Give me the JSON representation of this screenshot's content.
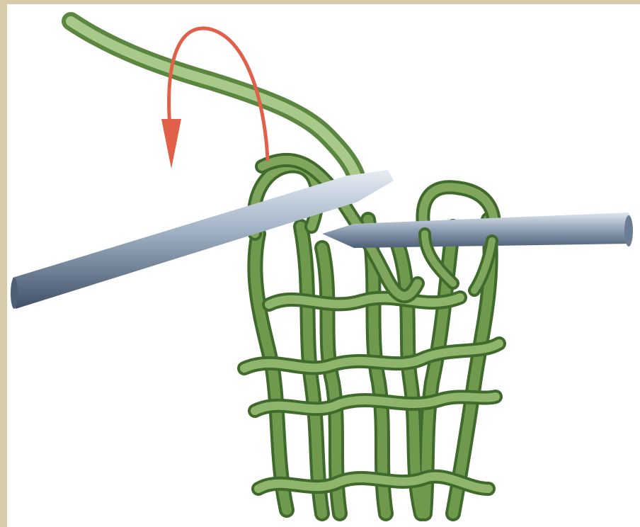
{
  "figure": {
    "kind": "knitting-illustration",
    "colors": {
      "frame": "#d8cba9",
      "background": "#ffffff",
      "yarn": "#6f9a4e",
      "yarn_dark": "#3f6a2c",
      "yarn_light": "#a9c98a",
      "needle": "#8e9fb4",
      "needle_dark": "#4d5e75",
      "needle_light": "#e6ecf3",
      "arrow": "#e0604a"
    },
    "icons": [
      "working-yarn",
      "direction-arrow",
      "right-needle",
      "left-needle",
      "knitted-fabric"
    ]
  }
}
